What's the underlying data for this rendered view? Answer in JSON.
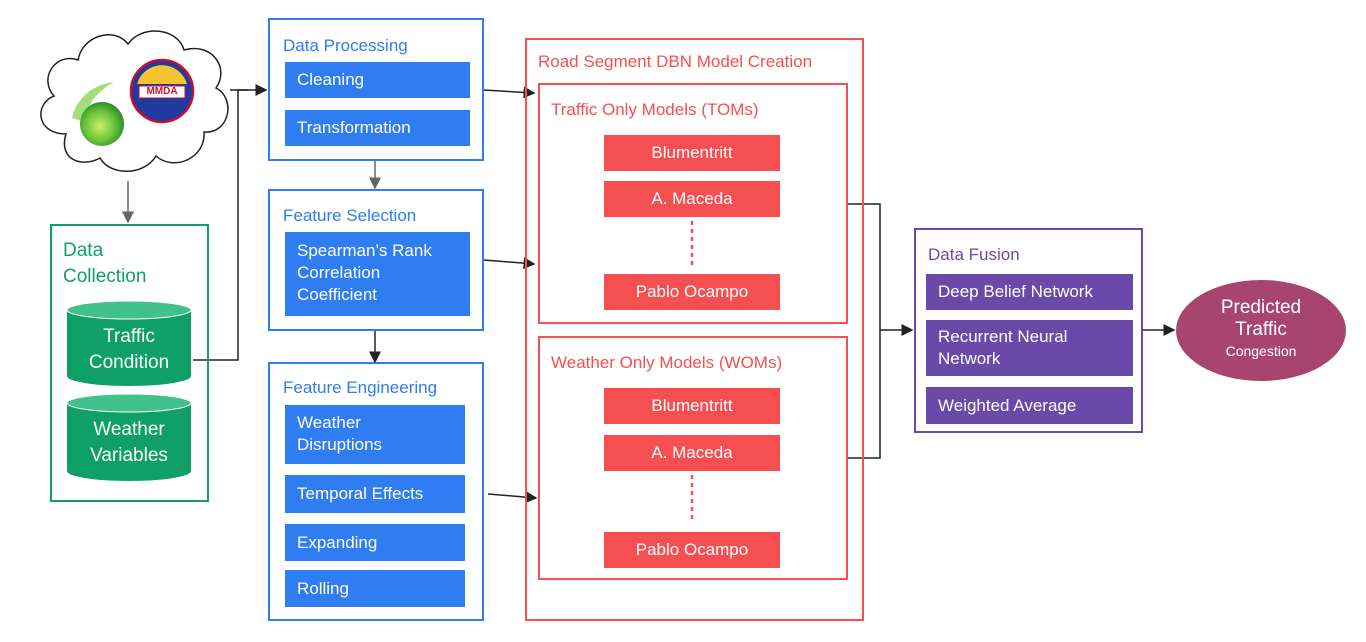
{
  "collection": {
    "title_line1": "Data",
    "title_line2": "Collection",
    "traffic_line1": "Traffic",
    "traffic_line2": "Condition",
    "weather_line1": "Weather",
    "weather_line2": "Variables",
    "logo_text": "MMDA"
  },
  "processing": {
    "title": "Data Processing",
    "items": [
      "Cleaning",
      "Transformation"
    ]
  },
  "selection": {
    "title": "Feature Selection",
    "item_line1": "Spearman’s Rank",
    "item_line2": "Correlation",
    "item_line3": "Coefficient"
  },
  "engineering": {
    "title": "Feature Engineering",
    "weather_line1": "Weather",
    "weather_line2": "Disruptions",
    "items": [
      "Temporal Effects",
      "Expanding",
      "Rolling"
    ]
  },
  "dbn": {
    "title": "Road Segment DBN Model Creation",
    "toms": {
      "title": "Traffic Only Models (TOMs)",
      "items": [
        "Blumentritt",
        "A. Maceda",
        "Pablo Ocampo"
      ]
    },
    "woms": {
      "title": "Weather Only Models (WOMs)",
      "items": [
        "Blumentritt",
        "A. Maceda",
        "Pablo Ocampo"
      ]
    }
  },
  "fusion": {
    "title": "Data Fusion",
    "item1": "Deep Belief Network",
    "item2_line1": "Recurrent Neural",
    "item2_line2": "Network",
    "item3": "Weighted Average"
  },
  "output": {
    "line1": "Predicted",
    "line2": "Traffic",
    "line3": "Congestion"
  },
  "colors": {
    "green": "#0fa068",
    "blue": "#2f7df0",
    "red": "#f64f51",
    "purple": "#6a4aa8",
    "output": "#a8456f"
  }
}
